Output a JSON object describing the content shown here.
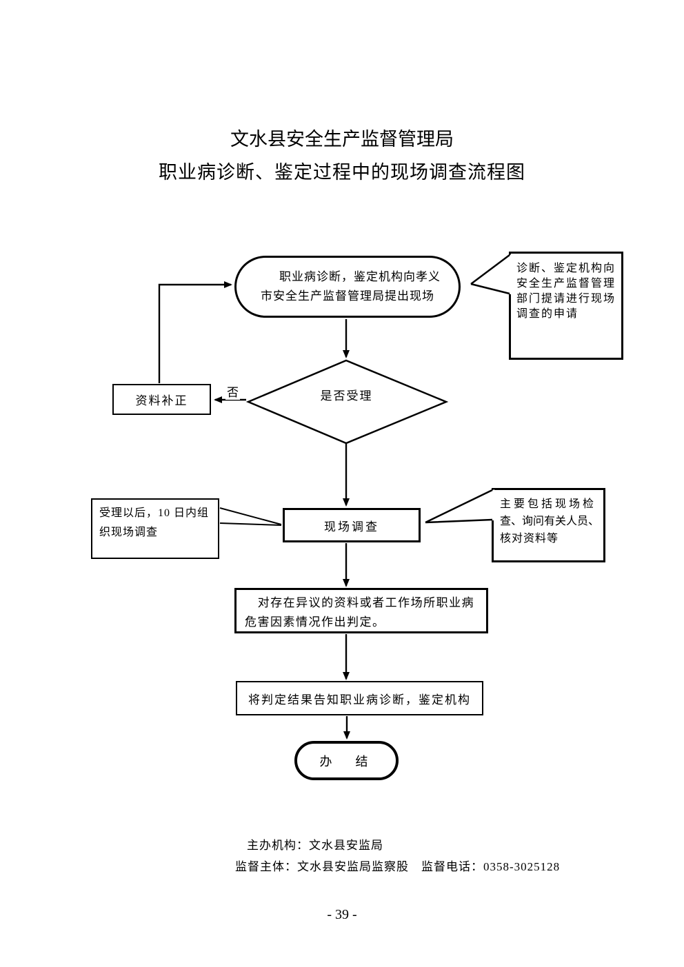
{
  "page": {
    "title_line1": "文水县安全生产监督管理局",
    "title_line2": "职业病诊断、鉴定过程中的现场调查流程图",
    "page_number": "- 39 -",
    "colors": {
      "ink": "#000000",
      "paper": "#ffffff"
    }
  },
  "flowchart": {
    "start": [
      "职业病诊断，鉴定机构向孝义",
      "市安全生产监督管理局提出现场"
    ],
    "callout_apply": [
      "诊断、鉴定机构向",
      "安全生产监督管理",
      "部门提请进行现场",
      "调查的申请"
    ],
    "decision": "是否受理",
    "no_label": "否",
    "box_supplement": "资料补正",
    "box_organize": [
      "受理以后，10 日内组",
      "织现场调查"
    ],
    "box_investigation": "现场调查",
    "callout_scope": [
      "主要包括现场检",
      "查、询问有关人员、",
      "核对资料等"
    ],
    "box_judgement": [
      "对存在异议的资料或者工作场所职业病",
      "危害因素情况作出判定。"
    ],
    "box_notify": "将判定结果告知职业病诊断，鉴定机构",
    "end": "办　结"
  },
  "footer": {
    "organizer": "主办机构：文水县安监局",
    "supervisor": "监督主体：文水县安监局监察股　监督电话：0358-3025128"
  }
}
